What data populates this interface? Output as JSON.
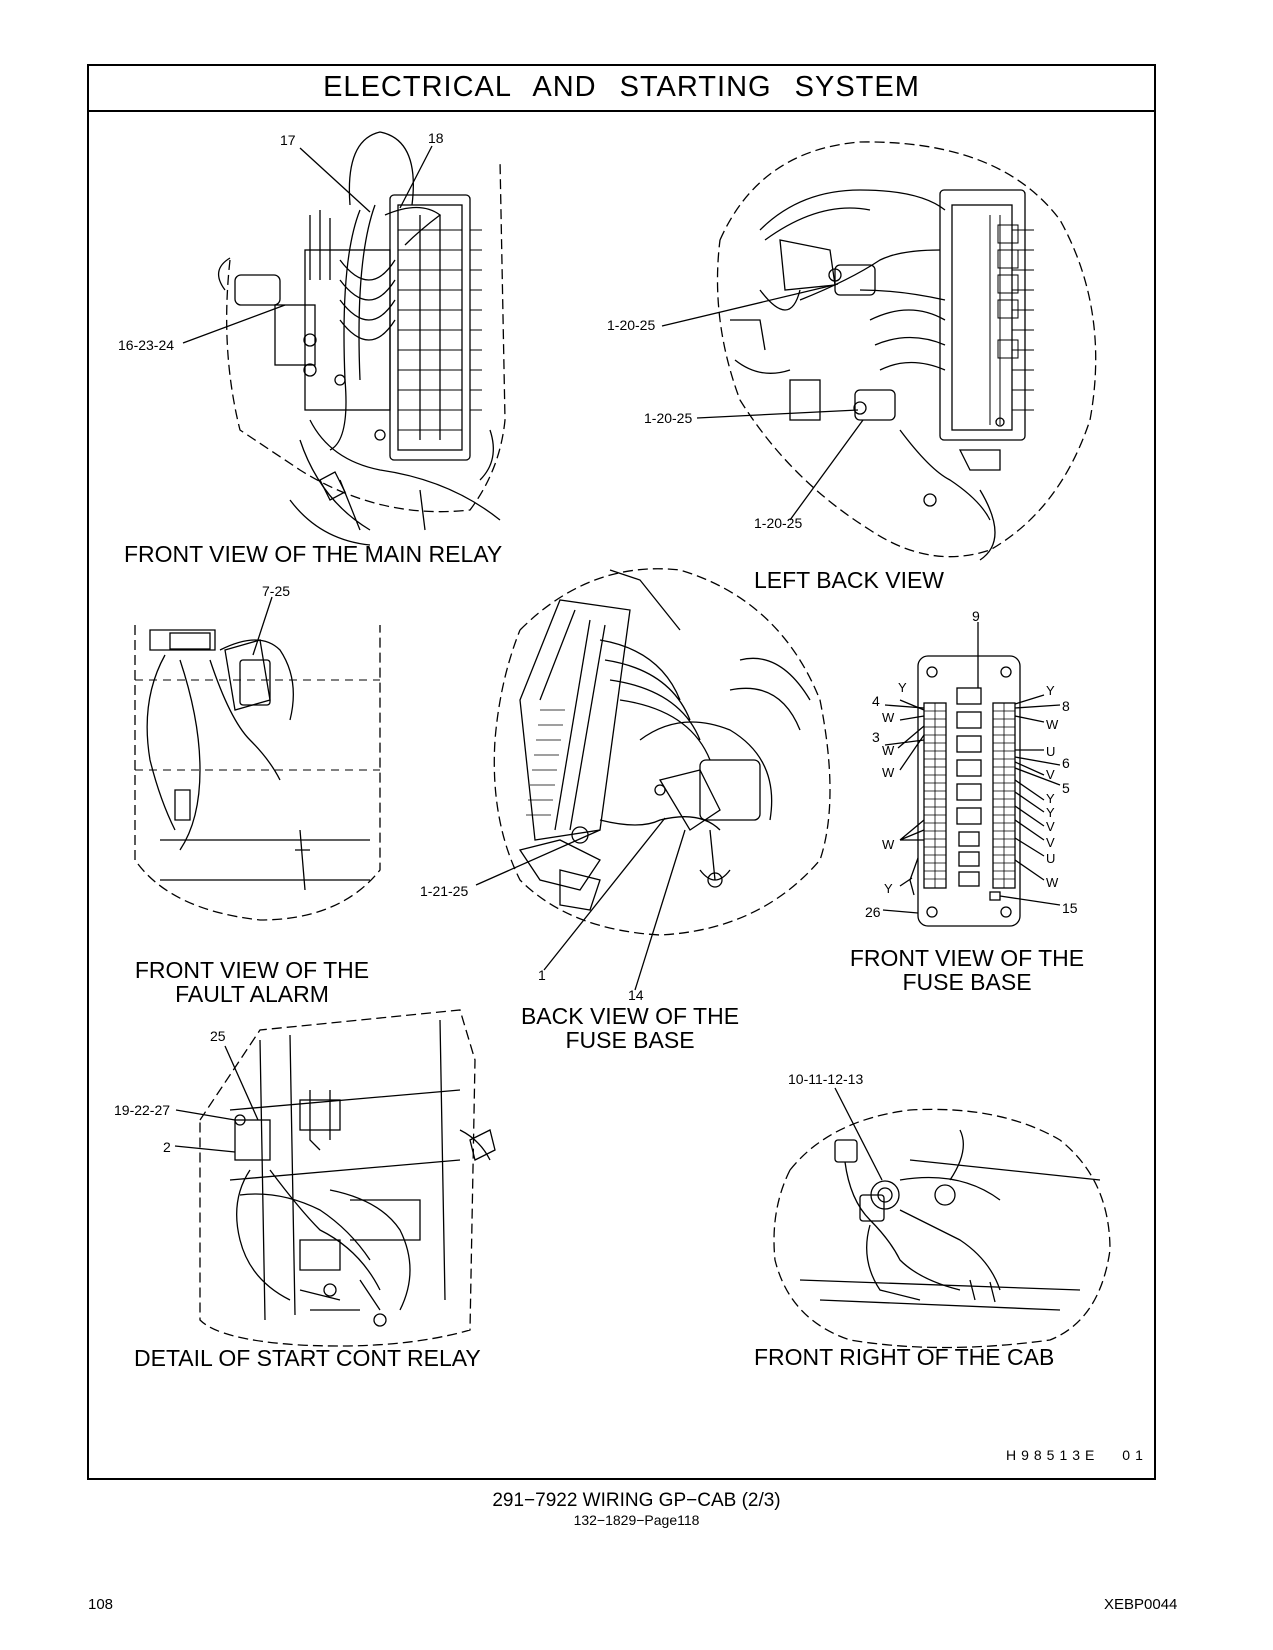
{
  "page": {
    "title": "ELECTRICAL AND STARTING SYSTEM",
    "figure_id": "H98513E",
    "figure_rev": "01",
    "footer_title": "291−7922 WIRING GP−CAB (2/3)",
    "footer_sub": "132−1829−Page118",
    "page_number": "108",
    "doc_id": "XEBP0044"
  },
  "views": {
    "main_relay": {
      "caption": "FRONT VIEW OF THE MAIN RELAY"
    },
    "left_back": {
      "caption": "LEFT BACK VIEW"
    },
    "fault_alarm": {
      "caption_l1": "FRONT VIEW OF THE",
      "caption_l2": "FAULT ALARM"
    },
    "fuse_back": {
      "caption_l1": "BACK VIEW OF THE",
      "caption_l2": "FUSE BASE"
    },
    "fuse_front": {
      "caption_l1": "FRONT VIEW OF THE",
      "caption_l2": "FUSE BASE"
    },
    "start_relay": {
      "caption": "DETAIL OF START CONT RELAY"
    },
    "front_right_cab": {
      "caption": "FRONT RIGHT OF THE CAB"
    }
  },
  "callouts": {
    "c17": "17",
    "c18": "18",
    "c16_23_24": "16-23-24",
    "c1_20_25_a": "1-20-25",
    "c1_20_25_b": "1-20-25",
    "c1_20_25_c": "1-20-25",
    "c7_25": "7-25",
    "c1_21_25": "1-21-25",
    "c1": "1",
    "c14": "14",
    "c9": "9",
    "c4": "4",
    "c3": "3",
    "c8": "8",
    "c6": "6",
    "c5": "5",
    "c26": "26",
    "c15": "15",
    "c25": "25",
    "c19_22_27": "19-22-27",
    "c2": "2",
    "c10_11_12_13": "10-11-12-13"
  },
  "wire_codes": {
    "left": [
      "Y",
      "W",
      "W",
      "W",
      "W",
      "Y"
    ],
    "right": [
      "Y",
      "W",
      "U",
      "V",
      "Y",
      "Y",
      "V",
      "V",
      "U",
      "W"
    ]
  }
}
